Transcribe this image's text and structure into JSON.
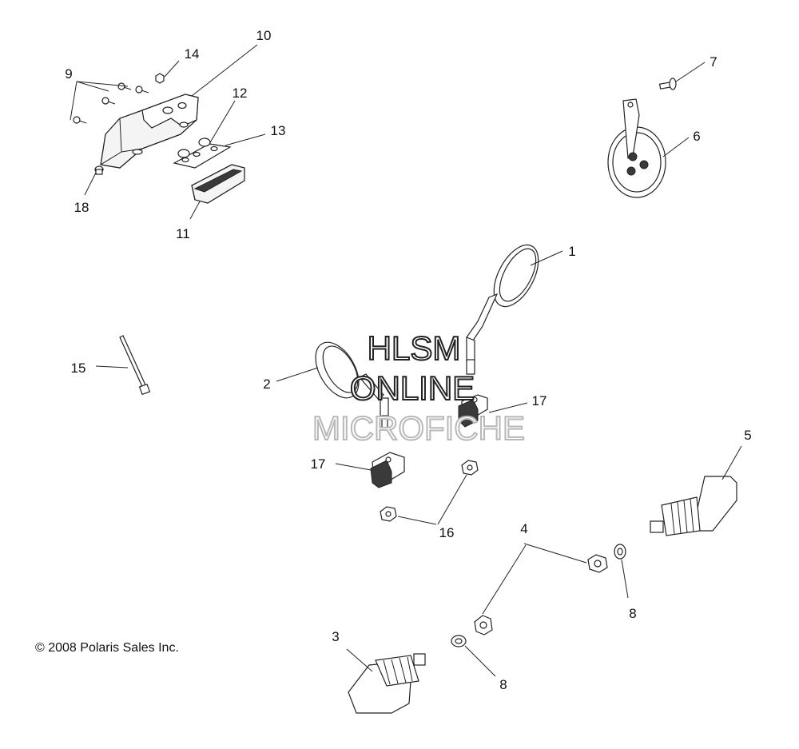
{
  "callouts": [
    {
      "id": "c1",
      "text": "1"
    },
    {
      "id": "c2",
      "text": "2"
    },
    {
      "id": "c3",
      "text": "3"
    },
    {
      "id": "c4",
      "text": "4"
    },
    {
      "id": "c5",
      "text": "5"
    },
    {
      "id": "c6",
      "text": "6"
    },
    {
      "id": "c7",
      "text": "7"
    },
    {
      "id": "c8a",
      "text": "8"
    },
    {
      "id": "c8b",
      "text": "8"
    },
    {
      "id": "c9",
      "text": "9"
    },
    {
      "id": "c10",
      "text": "10"
    },
    {
      "id": "c11",
      "text": "11"
    },
    {
      "id": "c12",
      "text": "12"
    },
    {
      "id": "c13",
      "text": "13"
    },
    {
      "id": "c14",
      "text": "14"
    },
    {
      "id": "c15",
      "text": "15"
    },
    {
      "id": "c16",
      "text": "16"
    },
    {
      "id": "c17a",
      "text": "17"
    },
    {
      "id": "c17b",
      "text": "17"
    },
    {
      "id": "c18",
      "text": "18"
    }
  ],
  "watermark": {
    "line1": "HLSM",
    "line2": "ONLINE",
    "line3": "MICROFICHE"
  },
  "copyright": "© 2008 Polaris Sales Inc.",
  "colors": {
    "line": "#222222",
    "watermark_top": "#222222",
    "watermark_bottom": "#b8b8b8"
  }
}
